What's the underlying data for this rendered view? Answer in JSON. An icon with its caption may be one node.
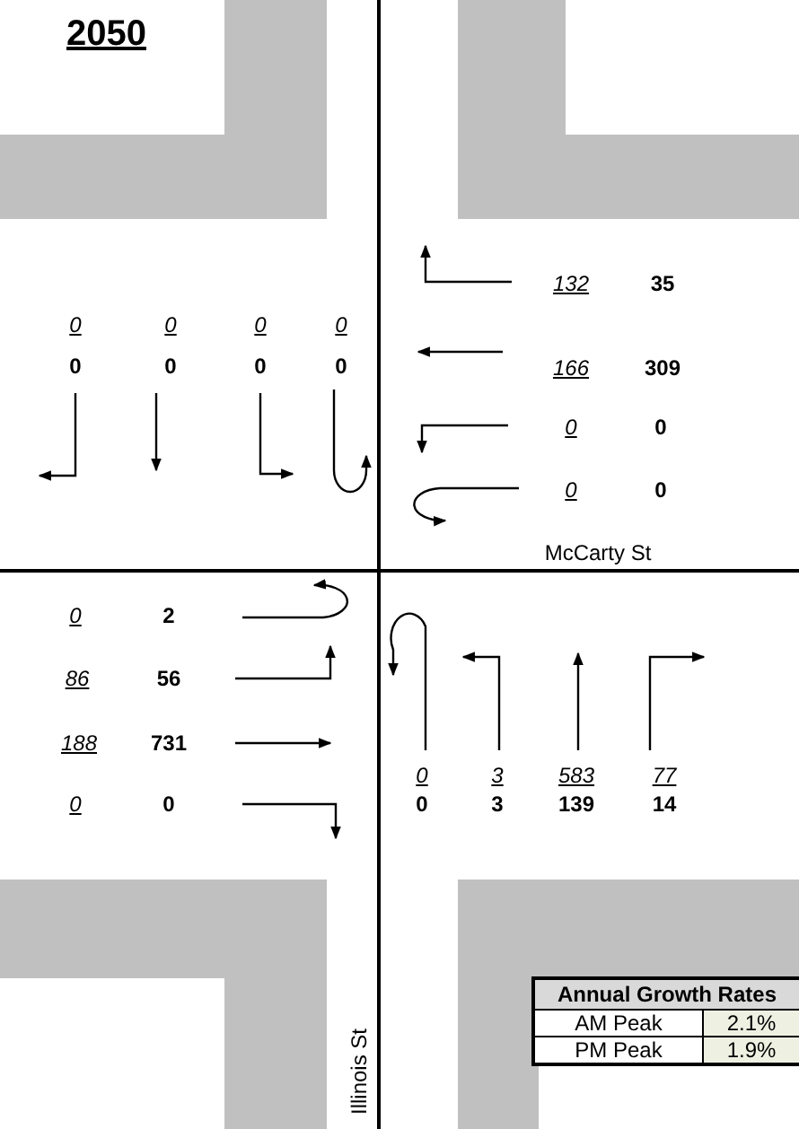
{
  "diagram": {
    "title": "2050",
    "labels": [
      "132",
      "35",
      "0",
      "0",
      "0",
      "0",
      "0",
      "0",
      "0",
      "0",
      "166",
      "309",
      "0",
      "0",
      "0",
      "0",
      "McCarty St",
      "0",
      "2",
      "86",
      "56",
      "188",
      "731",
      "0",
      "0",
      "0",
      "3",
      "583",
      "77",
      "0",
      "3",
      "139",
      "14",
      "Illinois St",
      "Annual Growth Rates",
      "AM Peak",
      "2.1%",
      "PM Peak",
      "1.9%"
    ]
  }
}
